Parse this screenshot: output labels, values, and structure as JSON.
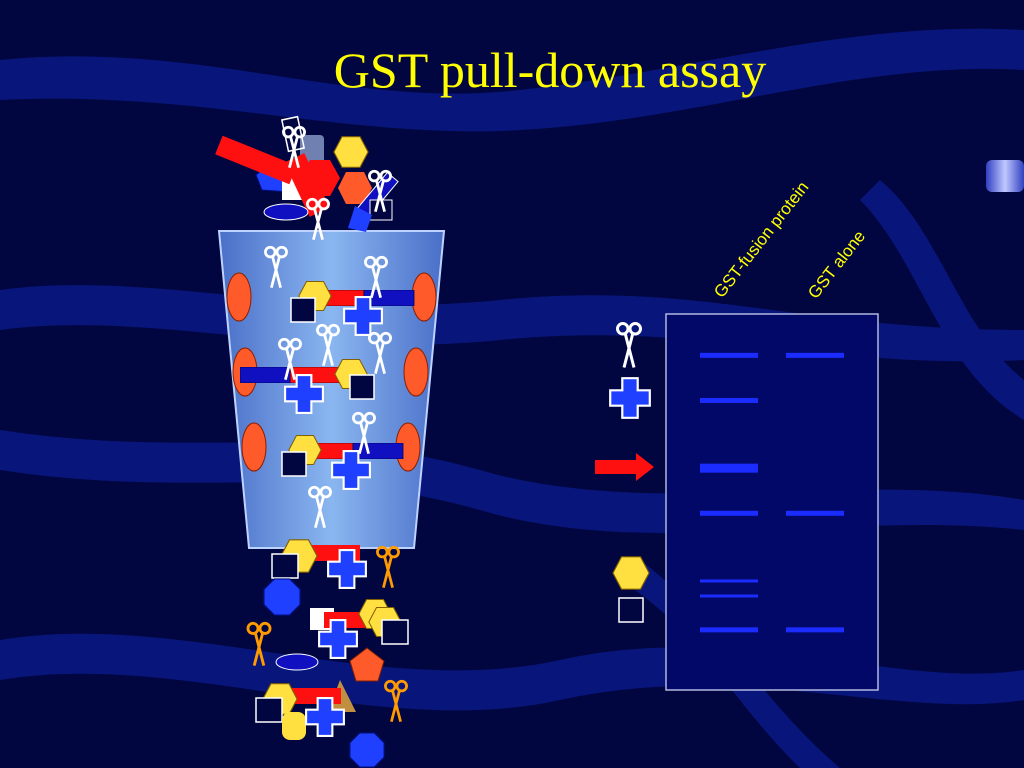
{
  "slide": {
    "title": "GST pull-down assay",
    "colors": {
      "background": "#020640",
      "wave": "#0a1a8a",
      "title": "#ffff00",
      "band": "#1a2cff",
      "column": "#7aa8e8",
      "bead": "#ff5a2a",
      "gst_bar": "#ff1010",
      "fusion_bar": "#1010c0",
      "protein_yellow": "#ffe040",
      "protein_blue": "#2040ff",
      "arrow": "#ff1010",
      "scissors": "#ffffff",
      "scissors_orange": "#ff9a00"
    }
  },
  "gel": {
    "lane_labels": [
      "GST-fusion protein",
      "GST alone"
    ],
    "lanes": [
      {
        "name": "GST-fusion protein",
        "bands": [
          {
            "y_fraction": 0.11,
            "weight": "normal"
          },
          {
            "y_fraction": 0.23,
            "weight": "normal"
          },
          {
            "y_fraction": 0.41,
            "weight": "thick"
          },
          {
            "y_fraction": 0.53,
            "weight": "normal"
          },
          {
            "y_fraction": 0.71,
            "weight": "thin"
          },
          {
            "y_fraction": 0.75,
            "weight": "thin"
          },
          {
            "y_fraction": 0.84,
            "weight": "normal"
          }
        ]
      },
      {
        "name": "GST alone",
        "bands": [
          {
            "y_fraction": 0.11,
            "weight": "normal"
          },
          {
            "y_fraction": 0.53,
            "weight": "normal"
          },
          {
            "y_fraction": 0.84,
            "weight": "normal"
          }
        ]
      }
    ],
    "legend_icons": [
      "scissors-icon",
      "blue-cross-icon",
      "red-arrow-icon",
      "yellow-hexagon-icon",
      "white-square-icon"
    ]
  },
  "column": {
    "icon_names": [
      "orange-oval-bead-icon",
      "gst-bar-icon",
      "scissors-icon",
      "blue-cross-icon",
      "yellow-hexagon-icon",
      "dark-square-icon"
    ]
  }
}
